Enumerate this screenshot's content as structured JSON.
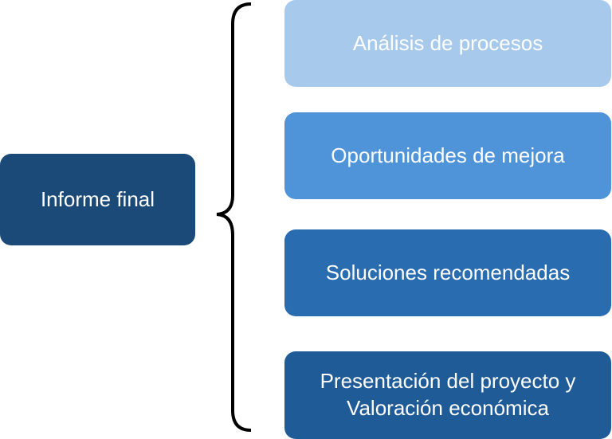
{
  "root": {
    "label": "Informe final",
    "color": "#1b4a78"
  },
  "items": [
    {
      "label": "Análisis de procesos",
      "color": "#a7caec"
    },
    {
      "label": "Oportunidades de mejora",
      "color": "#4f94d9"
    },
    {
      "label": "Soluciones recomendadas",
      "color": "#2a6cb0"
    },
    {
      "label": "Presentación del proyecto y Valoración económica",
      "color": "#1f5b97"
    }
  ]
}
